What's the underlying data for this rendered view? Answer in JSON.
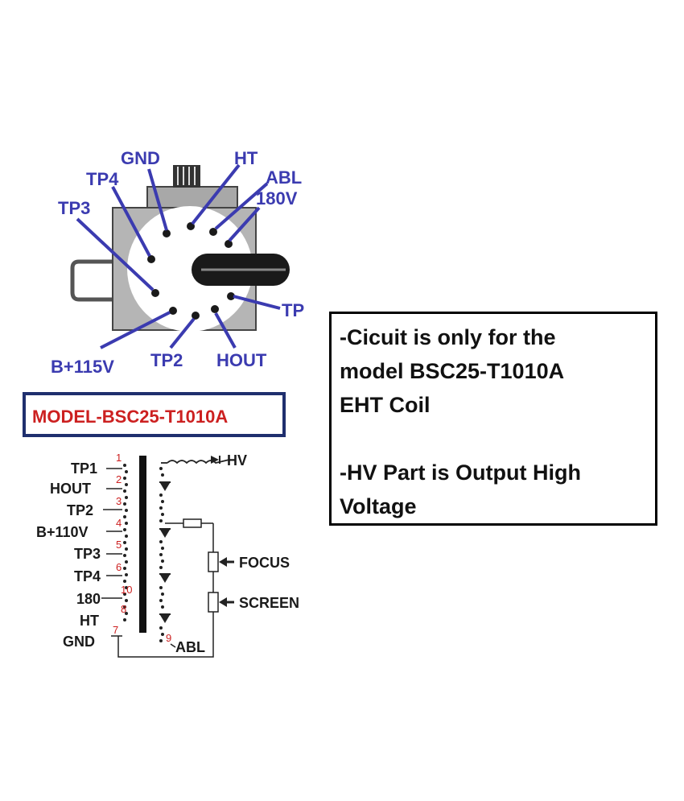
{
  "pin_labels": {
    "gnd": "GND",
    "ht": "HT",
    "abl": "ABL",
    "v180": "180V",
    "tp4": "TP4",
    "tp3": "TP3",
    "tp1": "TP",
    "b115": "B+115V",
    "tp2": "TP2",
    "hout": "HOUT"
  },
  "model_label": "MODEL-BSC25-T1010A",
  "schematic": {
    "left_labels": [
      "TP1",
      "HOUT",
      "TP2",
      "B+110V",
      "TP3",
      "TP4",
      "180",
      "HT",
      "GND"
    ],
    "pin_numbers": [
      "1",
      "2",
      "3",
      "4",
      "5",
      "6",
      "10",
      "8",
      "7",
      "9"
    ],
    "hv": "HV",
    "focus": "FOCUS",
    "screen": "SCREEN",
    "abl": "ABL"
  },
  "notes": {
    "line1": "-Cicuit is only for the",
    "line2": "model BSC25-T1010A",
    "line3": "EHT Coil",
    "line4": "-HV Part is Output High",
    "line5": "Voltage"
  },
  "colors": {
    "label_blue": "#3b3bb0",
    "accent_red": "#cc2020",
    "body_gray": "#b5b5b5"
  }
}
